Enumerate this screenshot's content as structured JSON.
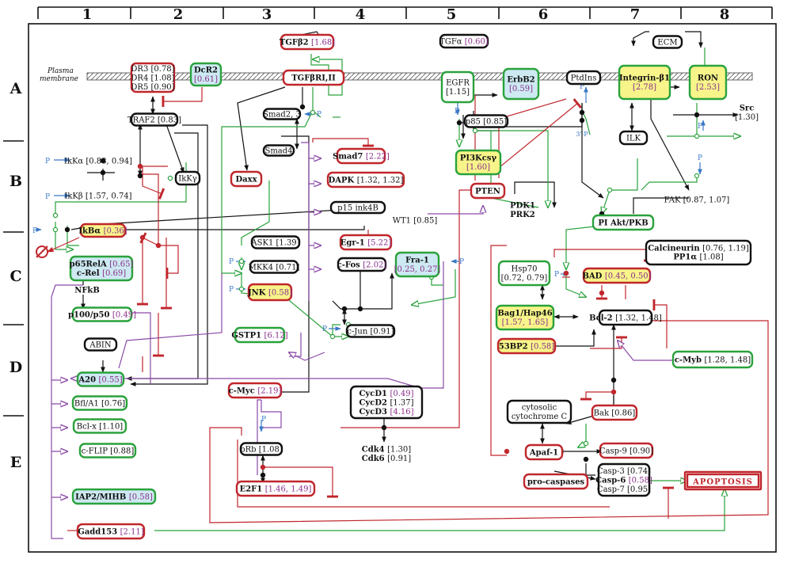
{
  "colors": {
    "red": "#c0262c",
    "green": "#2aa23c",
    "black": "#111111",
    "purple": "#8a4aa6",
    "blue": "#3b78c6",
    "yellow": "#f7f48a",
    "lightblue": "#cde9f2",
    "value_purple": "#8a2e8a"
  },
  "grid": {
    "columns": [
      "1",
      "2",
      "3",
      "4",
      "5",
      "6",
      "7",
      "8"
    ],
    "rows": [
      "A",
      "B",
      "C",
      "D",
      "E"
    ]
  },
  "membrane": {
    "label_line1": "Plasma",
    "label_line2": "membrane"
  },
  "nodes": [
    {
      "id": "dr345",
      "type": "red",
      "lines": [
        [
          {
            "t": "DR3 "
          },
          {
            "t": "[0.78]",
            "c": "k"
          }
        ],
        [
          {
            "t": "DR4 "
          },
          {
            "t": "[1.08]",
            "c": "k"
          }
        ],
        [
          {
            "t": "DR5 "
          },
          {
            "t": "[0.90]",
            "c": "k"
          }
        ]
      ]
    },
    {
      "id": "dcr2",
      "type": "green",
      "fill": "lightblue",
      "lines": [
        [
          {
            "t": "DcR2",
            "b": true
          }
        ],
        [
          {
            "t": "[0.61]",
            "c": "v"
          }
        ]
      ]
    },
    {
      "id": "tgfb2",
      "type": "red",
      "lines": [
        [
          {
            "t": "TGFβ2 ",
            "b": true
          },
          {
            "t": "[1.68]",
            "c": "v"
          }
        ]
      ]
    },
    {
      "id": "tgfbr",
      "type": "red",
      "lines": [
        [
          {
            "t": "TGFβRI,II",
            "b": true
          }
        ]
      ]
    },
    {
      "id": "traf2",
      "type": "black",
      "lines": [
        [
          {
            "t": "TRAF2 "
          },
          {
            "t": "[0.83]",
            "c": "k"
          }
        ]
      ]
    },
    {
      "id": "smad23",
      "type": "black",
      "lines": [
        [
          {
            "t": "Smad2, 3"
          }
        ]
      ]
    },
    {
      "id": "smad4",
      "type": "black",
      "lines": [
        [
          {
            "t": "Smad4"
          }
        ]
      ]
    },
    {
      "id": "tgfa",
      "type": "black",
      "lines": [
        [
          {
            "t": "TGFα "
          },
          {
            "t": "[0.60]",
            "c": "v"
          }
        ]
      ]
    },
    {
      "id": "egfr",
      "type": "green",
      "lines": [
        [
          {
            "t": "EGFR"
          }
        ],
        [
          {
            "t": "[1.15]",
            "c": "k"
          }
        ]
      ]
    },
    {
      "id": "erbb2",
      "type": "green",
      "fill": "lightblue",
      "lines": [
        [
          {
            "t": "ErbB2",
            "b": true
          }
        ],
        [
          {
            "t": "[0.59]",
            "c": "v"
          }
        ]
      ]
    },
    {
      "id": "ptdins",
      "type": "black",
      "lines": [
        [
          {
            "t": "PtdIns"
          }
        ]
      ]
    },
    {
      "id": "integrin",
      "type": "green",
      "fill": "yellow",
      "lines": [
        [
          {
            "t": "Integrin-β1",
            "b": true
          }
        ],
        [
          {
            "t": "[2.78]",
            "c": "v"
          }
        ]
      ]
    },
    {
      "id": "ecm",
      "type": "black",
      "lines": [
        [
          {
            "t": "ECM"
          }
        ]
      ]
    },
    {
      "id": "ron",
      "type": "green",
      "fill": "yellow",
      "lines": [
        [
          {
            "t": "RON",
            "b": true
          }
        ],
        [
          {
            "t": "[2.53]",
            "c": "v"
          }
        ]
      ]
    },
    {
      "id": "src",
      "type": "none",
      "lines": [
        [
          {
            "t": "Src",
            "b": true
          }
        ],
        [
          {
            "t": "[1.30]",
            "c": "k"
          }
        ]
      ]
    },
    {
      "id": "p85",
      "type": "black",
      "lines": [
        [
          {
            "t": "p85 "
          },
          {
            "t": "[0.85]",
            "c": "k"
          }
        ]
      ]
    },
    {
      "id": "pi3k",
      "type": "green",
      "fill": "yellow",
      "lines": [
        [
          {
            "t": "PI3Kcsγ",
            "b": true
          }
        ],
        [
          {
            "t": "[1.60]",
            "c": "v"
          }
        ]
      ]
    },
    {
      "id": "ilk",
      "type": "black",
      "lines": [
        [
          {
            "t": "ILK"
          }
        ]
      ]
    },
    {
      "id": "ikka",
      "type": "none",
      "lines": [
        [
          {
            "t": "IkKα "
          },
          {
            "t": "[0.88, 0.94]",
            "c": "k"
          }
        ]
      ]
    },
    {
      "id": "ikkb",
      "type": "none",
      "lines": [
        [
          {
            "t": "IkKβ "
          },
          {
            "t": "[1.57, 0.74]",
            "c": "k"
          }
        ]
      ]
    },
    {
      "id": "ikkg",
      "type": "black",
      "lines": [
        [
          {
            "t": "IkKγ"
          }
        ]
      ]
    },
    {
      "id": "daxx",
      "type": "red",
      "lines": [
        [
          {
            "t": "Daxx",
            "b": true
          }
        ]
      ]
    },
    {
      "id": "smad7",
      "type": "red",
      "lines": [
        [
          {
            "t": "Smad7 ",
            "b": true
          },
          {
            "t": "[2.22]",
            "c": "v"
          }
        ]
      ]
    },
    {
      "id": "dapk",
      "type": "red",
      "lines": [
        [
          {
            "t": "DAPK ",
            "b": true
          },
          {
            "t": "[1.32, 1.32]",
            "c": "k"
          }
        ]
      ]
    },
    {
      "id": "p15",
      "type": "black",
      "lines": [
        [
          {
            "t": "p15 ink4B"
          }
        ]
      ]
    },
    {
      "id": "pten",
      "type": "red",
      "lines": [
        [
          {
            "t": "PTEN",
            "b": true
          }
        ]
      ]
    },
    {
      "id": "pdk",
      "type": "none",
      "lines": [
        [
          {
            "t": "PDK1",
            "b": true
          }
        ],
        [
          {
            "t": "PRK2",
            "b": true
          }
        ]
      ]
    },
    {
      "id": "fak",
      "type": "none",
      "lines": [
        [
          {
            "t": "FAK "
          },
          {
            "t": "[0.87, 1.07]",
            "c": "k"
          }
        ]
      ]
    },
    {
      "id": "wt1",
      "type": "none",
      "lines": [
        [
          {
            "t": "WT1 "
          },
          {
            "t": "[0.85]",
            "c": "k"
          }
        ]
      ]
    },
    {
      "id": "ikba",
      "type": "red",
      "fill": "yellow",
      "lines": [
        [
          {
            "t": "IkBα ",
            "b": true
          },
          {
            "t": "[0.36]",
            "c": "v"
          }
        ]
      ]
    },
    {
      "id": "ask1",
      "type": "black",
      "lines": [
        [
          {
            "t": "ASK1 "
          },
          {
            "t": "[1.39]",
            "c": "k"
          }
        ]
      ]
    },
    {
      "id": "egr1",
      "type": "red",
      "lines": [
        [
          {
            "t": "Egr-1 ",
            "b": true
          },
          {
            "t": "[5.22]",
            "c": "v"
          }
        ]
      ]
    },
    {
      "id": "akt",
      "type": "green",
      "lines": [
        [
          {
            "t": "PI Akt/PKB",
            "b": true
          }
        ]
      ]
    },
    {
      "id": "p65",
      "type": "green",
      "fill": "lightblue",
      "lines": [
        [
          {
            "t": "p65RelA ",
            "b": true
          },
          {
            "t": "[0.65]",
            "c": "v"
          }
        ],
        [
          {
            "t": "c-Rel ",
            "b": true
          },
          {
            "t": "[0.69]",
            "c": "v"
          }
        ]
      ]
    },
    {
      "id": "nfkb",
      "type": "none",
      "lines": [
        [
          {
            "t": "NFkB",
            "b": true
          }
        ]
      ]
    },
    {
      "id": "mkk4",
      "type": "black",
      "lines": [
        [
          {
            "t": "MKK4 "
          },
          {
            "t": "[0.71]",
            "c": "k"
          }
        ]
      ]
    },
    {
      "id": "cfos",
      "type": "black",
      "lines": [
        [
          {
            "t": "c-Fos ",
            "b": true
          },
          {
            "t": "[2.02]",
            "c": "v"
          }
        ]
      ]
    },
    {
      "id": "fra1",
      "type": "green",
      "fill": "lightblue",
      "lines": [
        [
          {
            "t": "Fra-1",
            "b": true
          }
        ],
        [
          {
            "t": "[0.25, 0.27]",
            "c": "v"
          }
        ]
      ]
    },
    {
      "id": "hsp70",
      "type": "green",
      "lines": [
        [
          {
            "t": "Hsp70"
          }
        ],
        [
          {
            "t": "[0.72, 0.79]",
            "c": "k"
          }
        ]
      ]
    },
    {
      "id": "calcineurin",
      "type": "black",
      "lines": [
        [
          {
            "t": "Calcineurin ",
            "b": true
          },
          {
            "t": "[0.76, 1.19]",
            "c": "k"
          }
        ],
        [
          {
            "t": "PP1α ",
            "b": true
          },
          {
            "t": "[1.08]",
            "c": "k"
          }
        ]
      ]
    },
    {
      "id": "bad",
      "type": "red",
      "fill": "yellow",
      "lines": [
        [
          {
            "t": "BAD ",
            "b": true
          },
          {
            "t": "[0.45, 0.50]",
            "c": "v"
          }
        ]
      ]
    },
    {
      "id": "jnk",
      "type": "red",
      "fill": "yellow",
      "lines": [
        [
          {
            "t": "JNK ",
            "b": true
          },
          {
            "t": "[0.58]",
            "c": "v"
          }
        ]
      ]
    },
    {
      "id": "p100",
      "type": "green",
      "lines": [
        [
          {
            "t": "p100/p50 ",
            "b": true
          },
          {
            "t": "[0.49]",
            "c": "v"
          }
        ]
      ]
    },
    {
      "id": "bag1",
      "type": "green",
      "fill": "yellow",
      "lines": [
        [
          {
            "t": "Bag1/Hap46",
            "b": true
          }
        ],
        [
          {
            "t": "[1.57, 1.65]",
            "c": "v"
          }
        ]
      ]
    },
    {
      "id": "bcl2",
      "type": "black",
      "lines": [
        [
          {
            "t": "Bcl-2 ",
            "b": true
          },
          {
            "t": "[1.32, 1.48]",
            "c": "k"
          }
        ]
      ]
    },
    {
      "id": "gstp1",
      "type": "green",
      "lines": [
        [
          {
            "t": "GSTP1 ",
            "b": true
          },
          {
            "t": "[6.12]",
            "c": "v"
          }
        ]
      ]
    },
    {
      "id": "cjun",
      "type": "black",
      "lines": [
        [
          {
            "t": "c-Jun "
          },
          {
            "t": "[0.91]",
            "c": "k"
          }
        ]
      ]
    },
    {
      "id": "53bp2",
      "type": "red",
      "fill": "yellow",
      "lines": [
        [
          {
            "t": "53BP2 ",
            "b": true
          },
          {
            "t": "[0.58]",
            "c": "v"
          }
        ]
      ]
    },
    {
      "id": "abin",
      "type": "black",
      "lines": [
        [
          {
            "t": "ABIN"
          }
        ]
      ]
    },
    {
      "id": "cmyb",
      "type": "green",
      "lines": [
        [
          {
            "t": "c-Myb ",
            "b": true
          },
          {
            "t": "[1.28, 1.48]",
            "c": "k"
          }
        ]
      ]
    },
    {
      "id": "a20",
      "type": "green",
      "fill": "lightblue",
      "lines": [
        [
          {
            "t": "A20 ",
            "b": true
          },
          {
            "t": "[0.55]",
            "c": "v"
          }
        ]
      ]
    },
    {
      "id": "cmyc",
      "type": "red",
      "lines": [
        [
          {
            "t": "c-Myc ",
            "b": true
          },
          {
            "t": "[2.19]",
            "c": "v"
          }
        ]
      ]
    },
    {
      "id": "cycd",
      "type": "black",
      "lines": [
        [
          {
            "t": "CycD1 ",
            "b": true
          },
          {
            "t": "[0.49]",
            "c": "v"
          }
        ],
        [
          {
            "t": "CycD2 ",
            "b": true
          },
          {
            "t": "[1.37]",
            "c": "k"
          }
        ],
        [
          {
            "t": "CycD3 ",
            "b": true
          },
          {
            "t": "[4.16]",
            "c": "v"
          }
        ]
      ]
    },
    {
      "id": "bfl",
      "type": "green",
      "lines": [
        [
          {
            "t": "Bfl/A1 "
          },
          {
            "t": "[0.76]",
            "c": "k"
          }
        ]
      ]
    },
    {
      "id": "bak",
      "type": "red",
      "lines": [
        [
          {
            "t": "Bak "
          },
          {
            "t": "[0.86]",
            "c": "k"
          }
        ]
      ]
    },
    {
      "id": "cytoc",
      "type": "black",
      "lines": [
        [
          {
            "t": "cytosolic"
          }
        ],
        [
          {
            "t": "cytochrome C"
          }
        ]
      ]
    },
    {
      "id": "bclx",
      "type": "green",
      "lines": [
        [
          {
            "t": "Bcl-x "
          },
          {
            "t": "[1.10]",
            "c": "k"
          }
        ]
      ]
    },
    {
      "id": "prb",
      "type": "black",
      "lines": [
        [
          {
            "t": "pRb "
          },
          {
            "t": "[1.08]",
            "c": "k"
          }
        ]
      ]
    },
    {
      "id": "cdk",
      "type": "none",
      "lines": [
        [
          {
            "t": "Cdk4 ",
            "b": true
          },
          {
            "t": "[1.30]",
            "c": "k"
          }
        ],
        [
          {
            "t": "Cdk6 ",
            "b": true
          },
          {
            "t": "[0.91]",
            "c": "k"
          }
        ]
      ]
    },
    {
      "id": "apaf1",
      "type": "red",
      "lines": [
        [
          {
            "t": "Apaf-1",
            "b": true
          }
        ]
      ]
    },
    {
      "id": "casp9",
      "type": "red",
      "lines": [
        [
          {
            "t": "Casp-9 "
          },
          {
            "t": "[0.90]",
            "c": "k"
          }
        ]
      ]
    },
    {
      "id": "cflip",
      "type": "green",
      "lines": [
        [
          {
            "t": "c-FLIP "
          },
          {
            "t": "[0.88]",
            "c": "k"
          }
        ]
      ]
    },
    {
      "id": "procasp",
      "type": "red",
      "lines": [
        [
          {
            "t": "pro-caspases",
            "b": true
          }
        ]
      ]
    },
    {
      "id": "casp367",
      "type": "black",
      "lines": [
        [
          {
            "t": "Casp-3 "
          },
          {
            "t": "[0.74]",
            "c": "k"
          }
        ],
        [
          {
            "t": "Casp-6 ",
            "b": true
          },
          {
            "t": "[0.58]",
            "c": "v"
          }
        ],
        [
          {
            "t": "Casp-7 "
          },
          {
            "t": "[0.95]",
            "c": "k"
          }
        ]
      ]
    },
    {
      "id": "iap2",
      "type": "green",
      "fill": "lightblue",
      "lines": [
        [
          {
            "t": "IAP2/MIHB ",
            "b": true
          },
          {
            "t": "[0.58]",
            "c": "v"
          }
        ]
      ]
    },
    {
      "id": "e2f1",
      "type": "red",
      "lines": [
        [
          {
            "t": "E2F1 ",
            "b": true
          },
          {
            "t": "[1.46, 1.49]",
            "c": "v"
          }
        ]
      ]
    },
    {
      "id": "gadd153",
      "type": "red",
      "lines": [
        [
          {
            "t": "Gadd153 ",
            "b": true
          },
          {
            "t": "[2.11]",
            "c": "v"
          }
        ]
      ]
    },
    {
      "id": "apoptosis",
      "type": "red",
      "lines": [
        [
          {
            "t": "APOPTOSIS",
            "b": true
          }
        ]
      ]
    }
  ],
  "labels": {
    "p": "P",
    "p3": "3'-P"
  }
}
